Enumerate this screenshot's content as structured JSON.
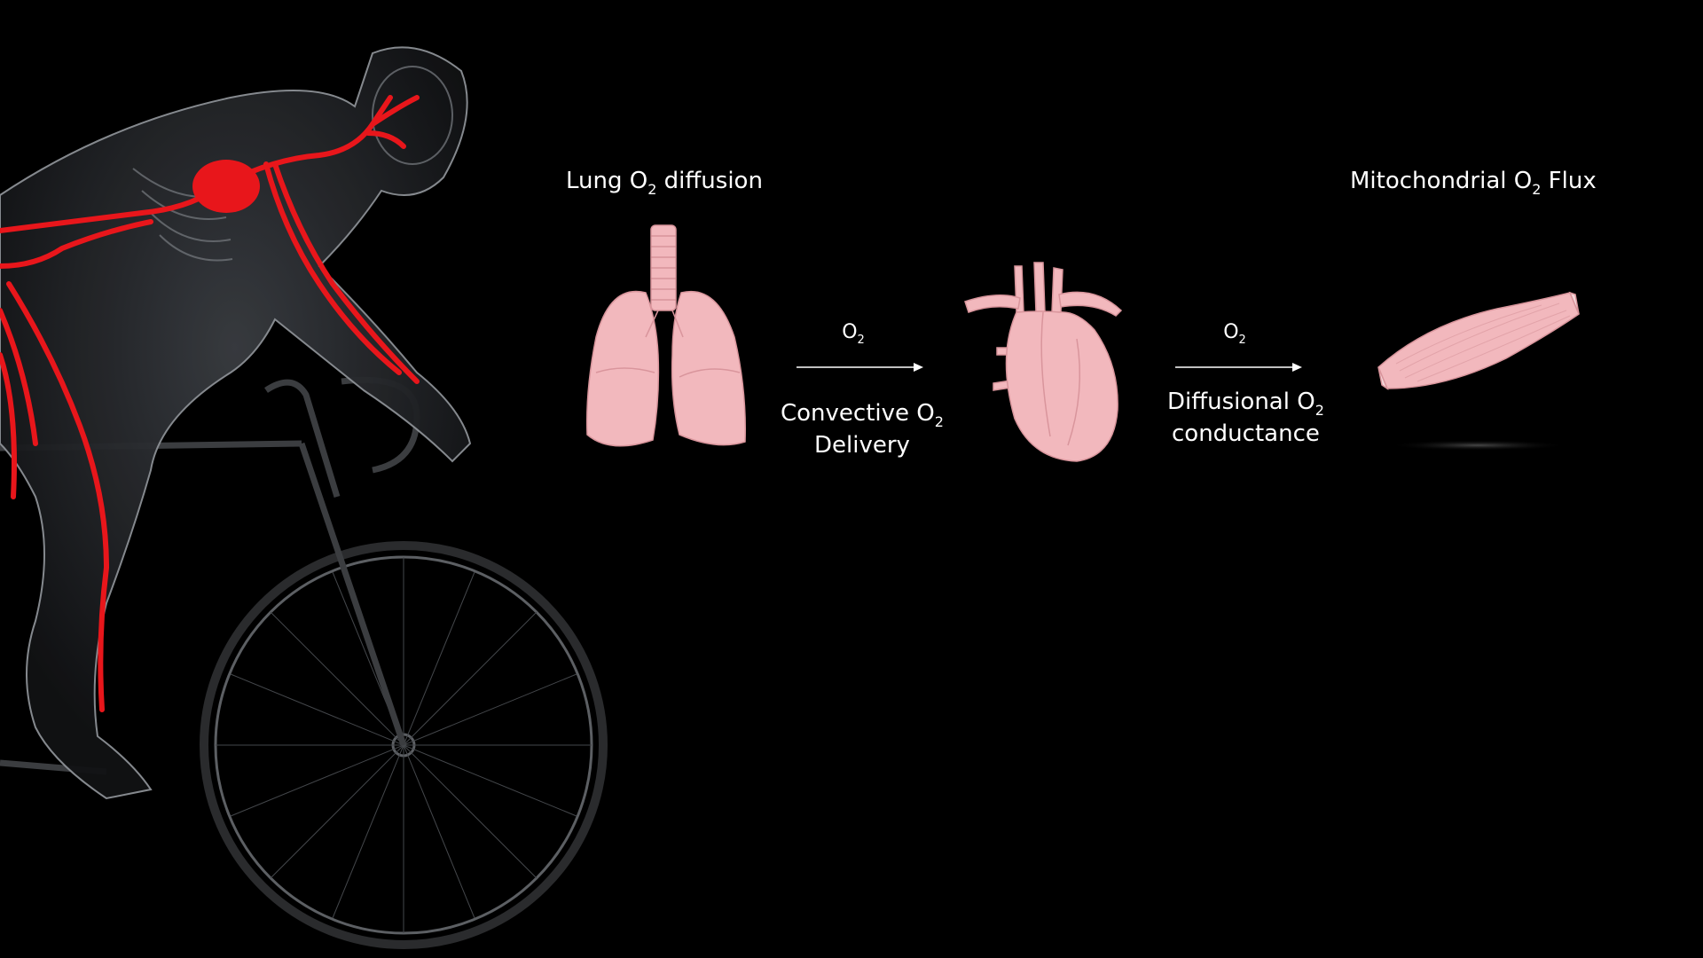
{
  "labels": {
    "lung": {
      "pre": "Lung O",
      "sub": "2",
      "post": " diffusion"
    },
    "mito": {
      "pre": "Mitochondrial O",
      "sub": "2",
      "post": " Flux"
    },
    "arrow1_top": {
      "pre": "O",
      "sub": "2"
    },
    "arrow2_top": {
      "pre": "O",
      "sub": "2"
    },
    "convective": {
      "line1_pre": "Convective O",
      "line1_sub": "2",
      "line2": "Delivery"
    },
    "diffusional": {
      "line1_pre": "Diffusional O",
      "line1_sub": "2",
      "line2": "conductance"
    }
  },
  "icons": [
    "cyclist-anatomy-illustration",
    "lungs-icon",
    "heart-icon",
    "muscle-icon",
    "arrow-right-icon"
  ],
  "colors": {
    "background": "#000000",
    "organ_pink": "#f2b8bd",
    "organ_outline": "#d9959c",
    "vessel_red": "#e8161b",
    "body_gray": "#9aa0a6",
    "text": "#ffffff"
  }
}
